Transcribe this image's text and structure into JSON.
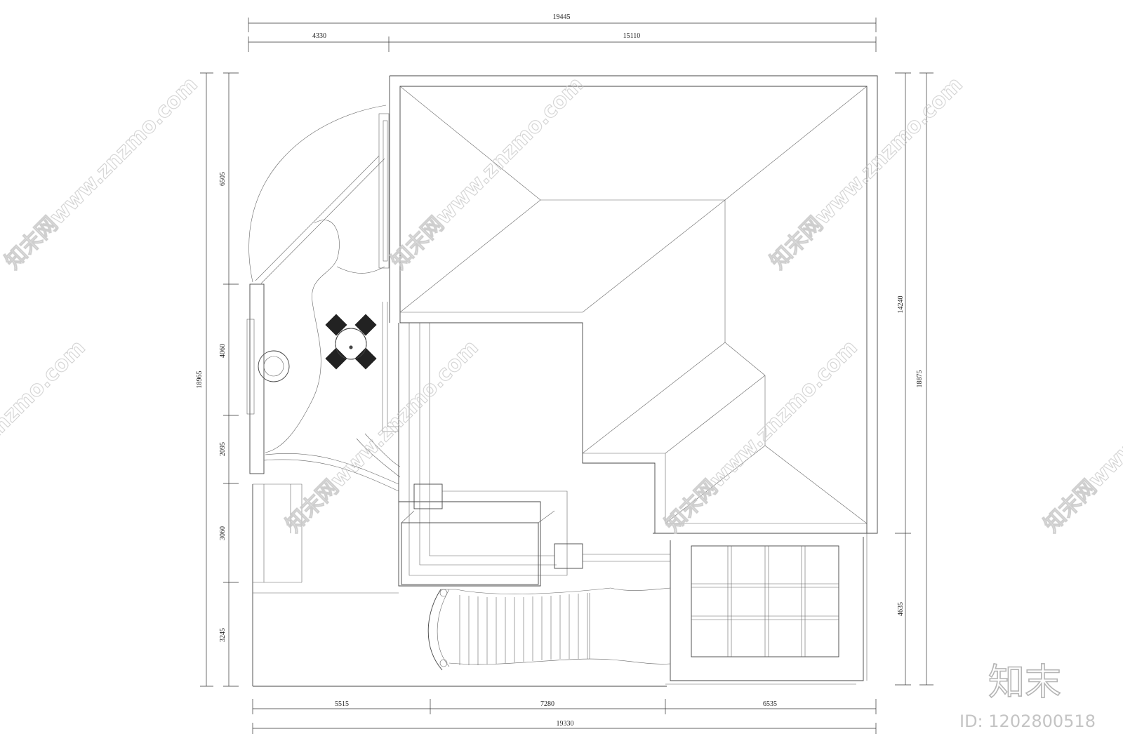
{
  "dimensions": {
    "top_total": "19445",
    "top_left": "4330",
    "top_right": "15110",
    "bottom_total": "19330",
    "bottom_left": "5515",
    "bottom_mid": "7280",
    "bottom_right": "6535",
    "left_total": "18965",
    "left_seg_1": "6505",
    "left_seg_2": "4060",
    "left_seg_3": "2095",
    "left_seg_4": "3060",
    "left_seg_5": "3245",
    "right_total": "18875",
    "right_seg_1": "14240",
    "right_seg_2": "4635"
  },
  "watermark": {
    "text": "知末网www.znzmo.com",
    "logo": "知末",
    "id_label": "ID: 1202800518"
  }
}
